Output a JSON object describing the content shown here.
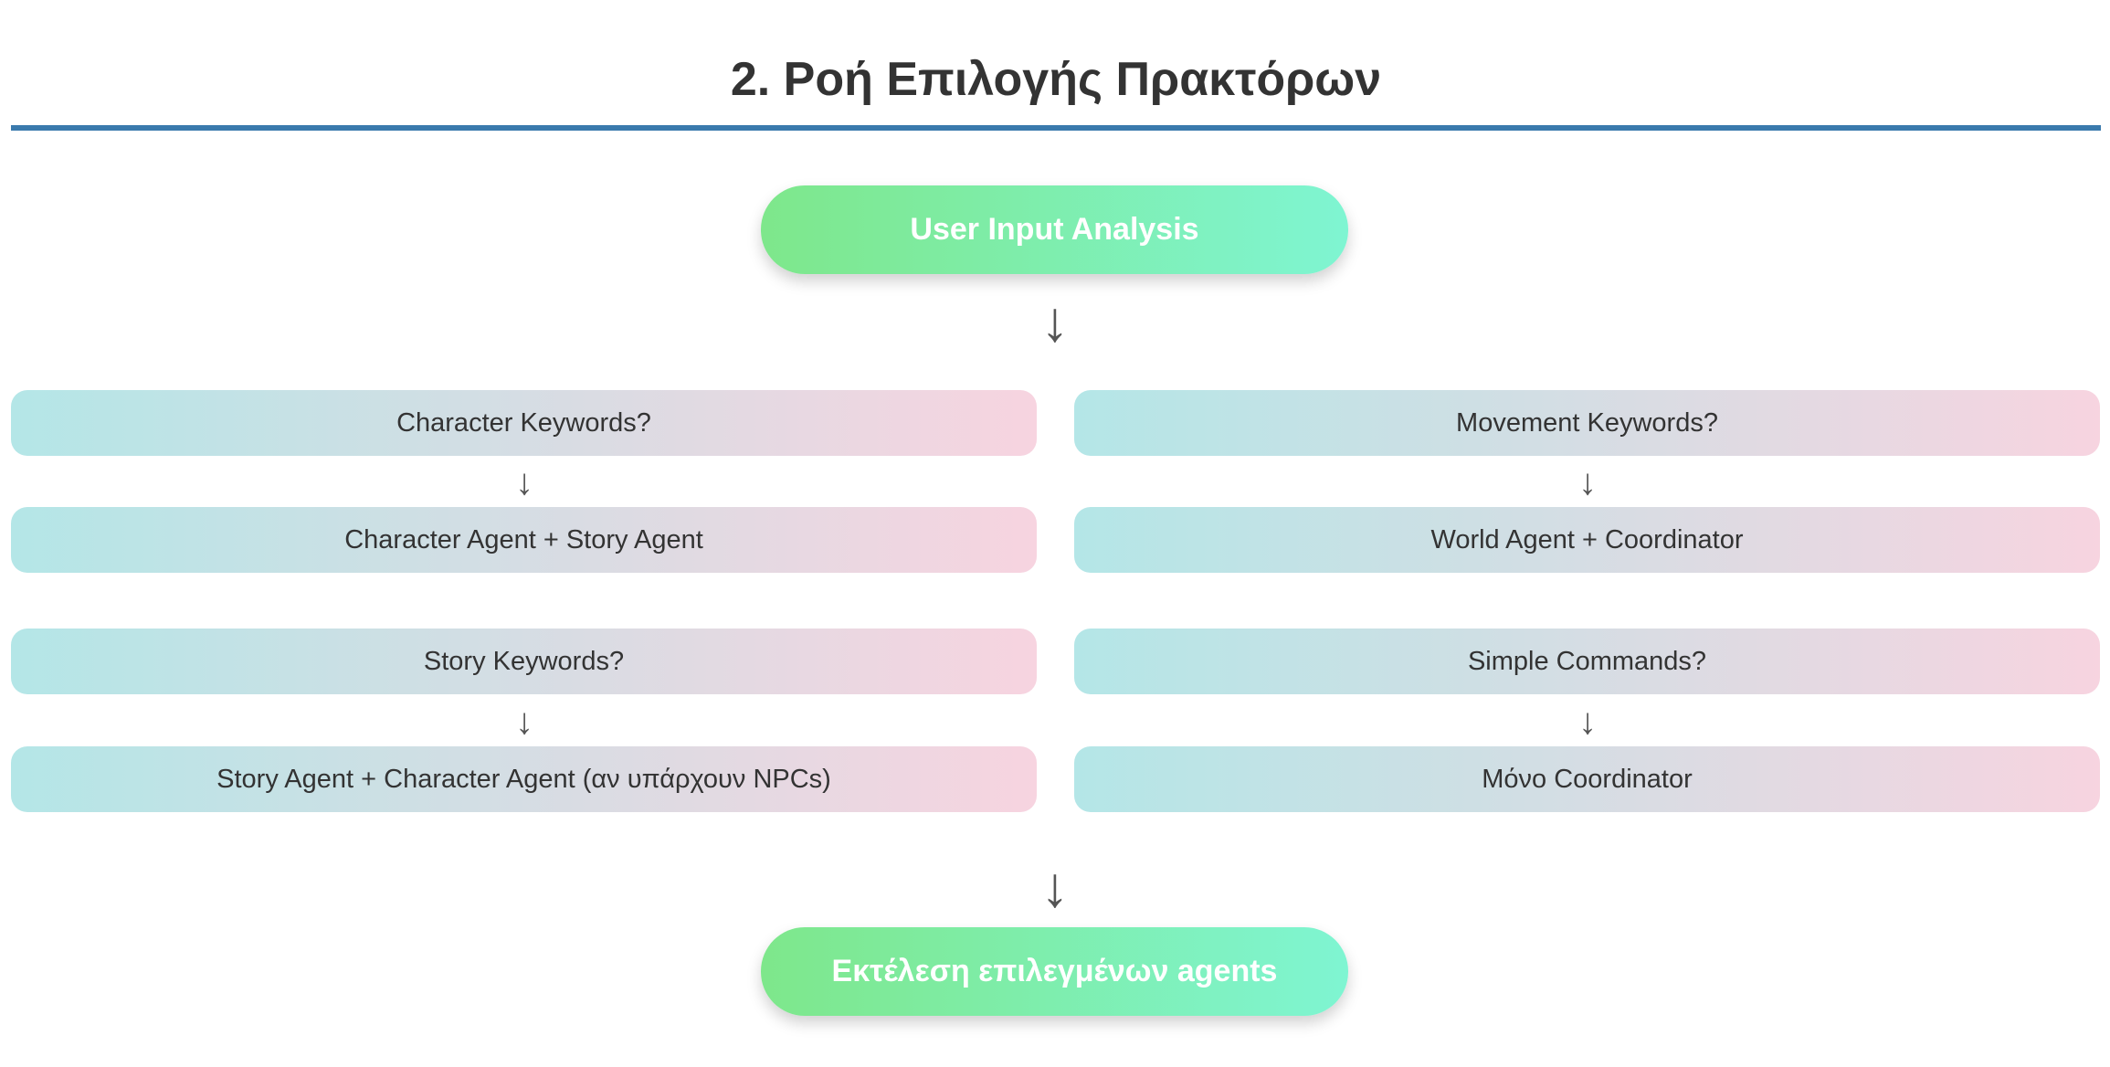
{
  "title": "2. Ροή Επιλογής Πρακτόρων",
  "start_node": "User Input Analysis",
  "end_node": "Εκτέλεση επιλεγμένων agents",
  "arrow_glyph": "↓",
  "branches": [
    {
      "condition": "Character Keywords?",
      "result": "Character Agent + Story Agent"
    },
    {
      "condition": "Movement Keywords?",
      "result": "World Agent + Coordinator"
    },
    {
      "condition": "Story Keywords?",
      "result": "Story Agent + Character Agent (αν υπάρχουν NPCs)"
    },
    {
      "condition": "Simple Commands?",
      "result": "Μόνο Coordinator"
    }
  ],
  "colors": {
    "title_rule": "#3a7aad",
    "pill_gradient_start": "#7ee78b",
    "pill_gradient_end": "#7ff5d2",
    "box_gradient_start": "#b4e6e7",
    "box_gradient_end": "#f7d4e0",
    "text": "#333333"
  }
}
